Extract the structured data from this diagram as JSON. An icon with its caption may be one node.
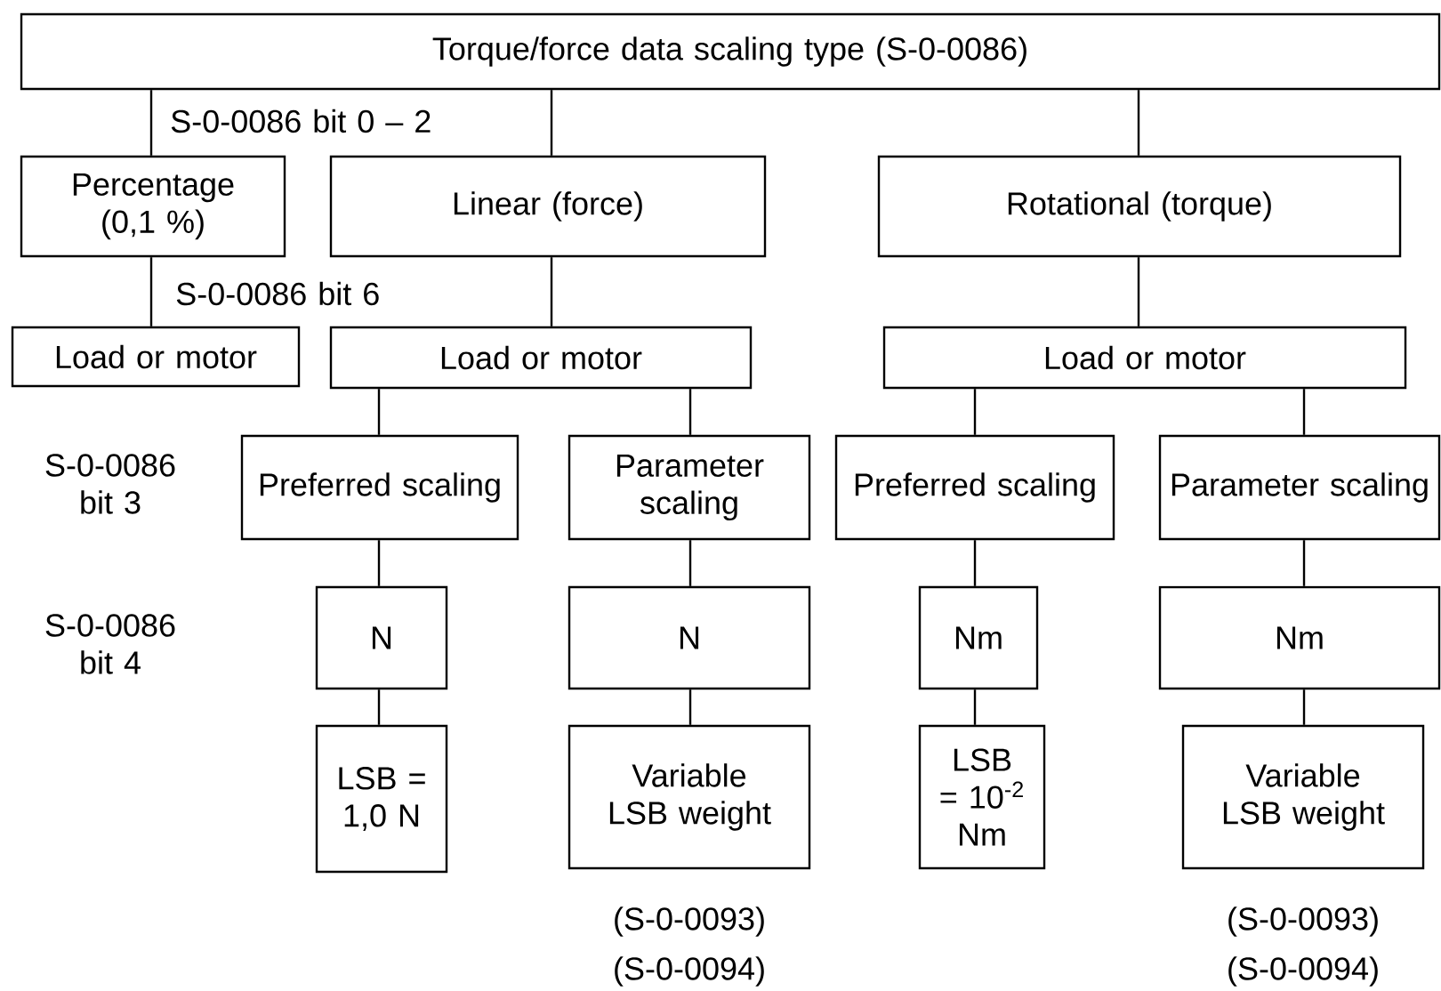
{
  "diagram": {
    "nodes": [
      {
        "text": [
          "Torque/force data scaling type (S-0-0086)"
        ]
      },
      {
        "text": [
          "Percentage (0,1 %)"
        ]
      },
      {
        "text": [
          "Linear (force)"
        ]
      },
      {
        "text": [
          "Rotational (torque)"
        ]
      },
      {
        "text": [
          "Load or motor"
        ]
      },
      {
        "text": [
          "Load or motor"
        ]
      },
      {
        "text": [
          "Load or motor"
        ]
      },
      {
        "text": [
          "Preferred scaling"
        ]
      },
      {
        "text": [
          "Parameter scaling"
        ]
      },
      {
        "text": [
          "Preferred scaling"
        ]
      },
      {
        "text": [
          "Parameter scaling"
        ]
      },
      {
        "text": [
          "N"
        ]
      },
      {
        "text": [
          "N"
        ]
      },
      {
        "text": [
          "Nm"
        ]
      },
      {
        "text": [
          "Nm"
        ]
      },
      {
        "text": [
          "LSB = 1,0 N"
        ]
      },
      {
        "text": [
          "Variable LSB weight"
        ],
        "beside": [
          "(S-0-0093)",
          "(S-0-0094)"
        ]
      },
      {
        "text": [
          "LSB = 10$^{-2}$ Nm"
        ]
      },
      {
        "text": [
          "Variable LSB weight"
        ],
        "beside": [
          "(S-0-0093)",
          "(S-0-0094)"
        ]
      }
    ],
    "edges": [
      {
        "from": 0,
        "to": 1,
        "arrow": "none"
      },
      {
        "from": 0,
        "to": 2,
        "arrow": "none"
      },
      {
        "from": 0,
        "to": 3,
        "arrow": "none"
      },
      {
        "from": 1,
        "to": 4,
        "arrow": "none"
      },
      {
        "from": 2,
        "to": 5,
        "arrow": "none"
      },
      {
        "from": 3,
        "to": 6,
        "arrow": "none"
      },
      {
        "from": 5,
        "to": 7,
        "arrow": "none"
      },
      {
        "from": 5,
        "to": 8,
        "arrow": "none"
      },
      {
        "from": 6,
        "to": 9,
        "arrow": "none"
      },
      {
        "from": 6,
        "to": 10,
        "arrow": "none"
      },
      {
        "from": 7,
        "to": 11,
        "arrow": "none"
      },
      {
        "from": 8,
        "to": 12,
        "arrow": "none"
      },
      {
        "from": 9,
        "to": 13,
        "arrow": "none"
      },
      {
        "from": 10,
        "to": 14,
        "arrow": "none"
      },
      {
        "from": 11,
        "to": 15,
        "arrow": "none"
      },
      {
        "from": 12,
        "to": 16,
        "arrow": "none"
      },
      {
        "from": 13,
        "to": 17,
        "arrow": "none"
      },
      {
        "from": 14,
        "to": 18,
        "arrow": "none"
      }
    ],
    "labels": [
      "S-0-0086 bit 0 – 2",
      "S-0-0086 bit 6",
      "S-0-0086 bit 3",
      "S-0-0086 bit 4"
    ]
  }
}
